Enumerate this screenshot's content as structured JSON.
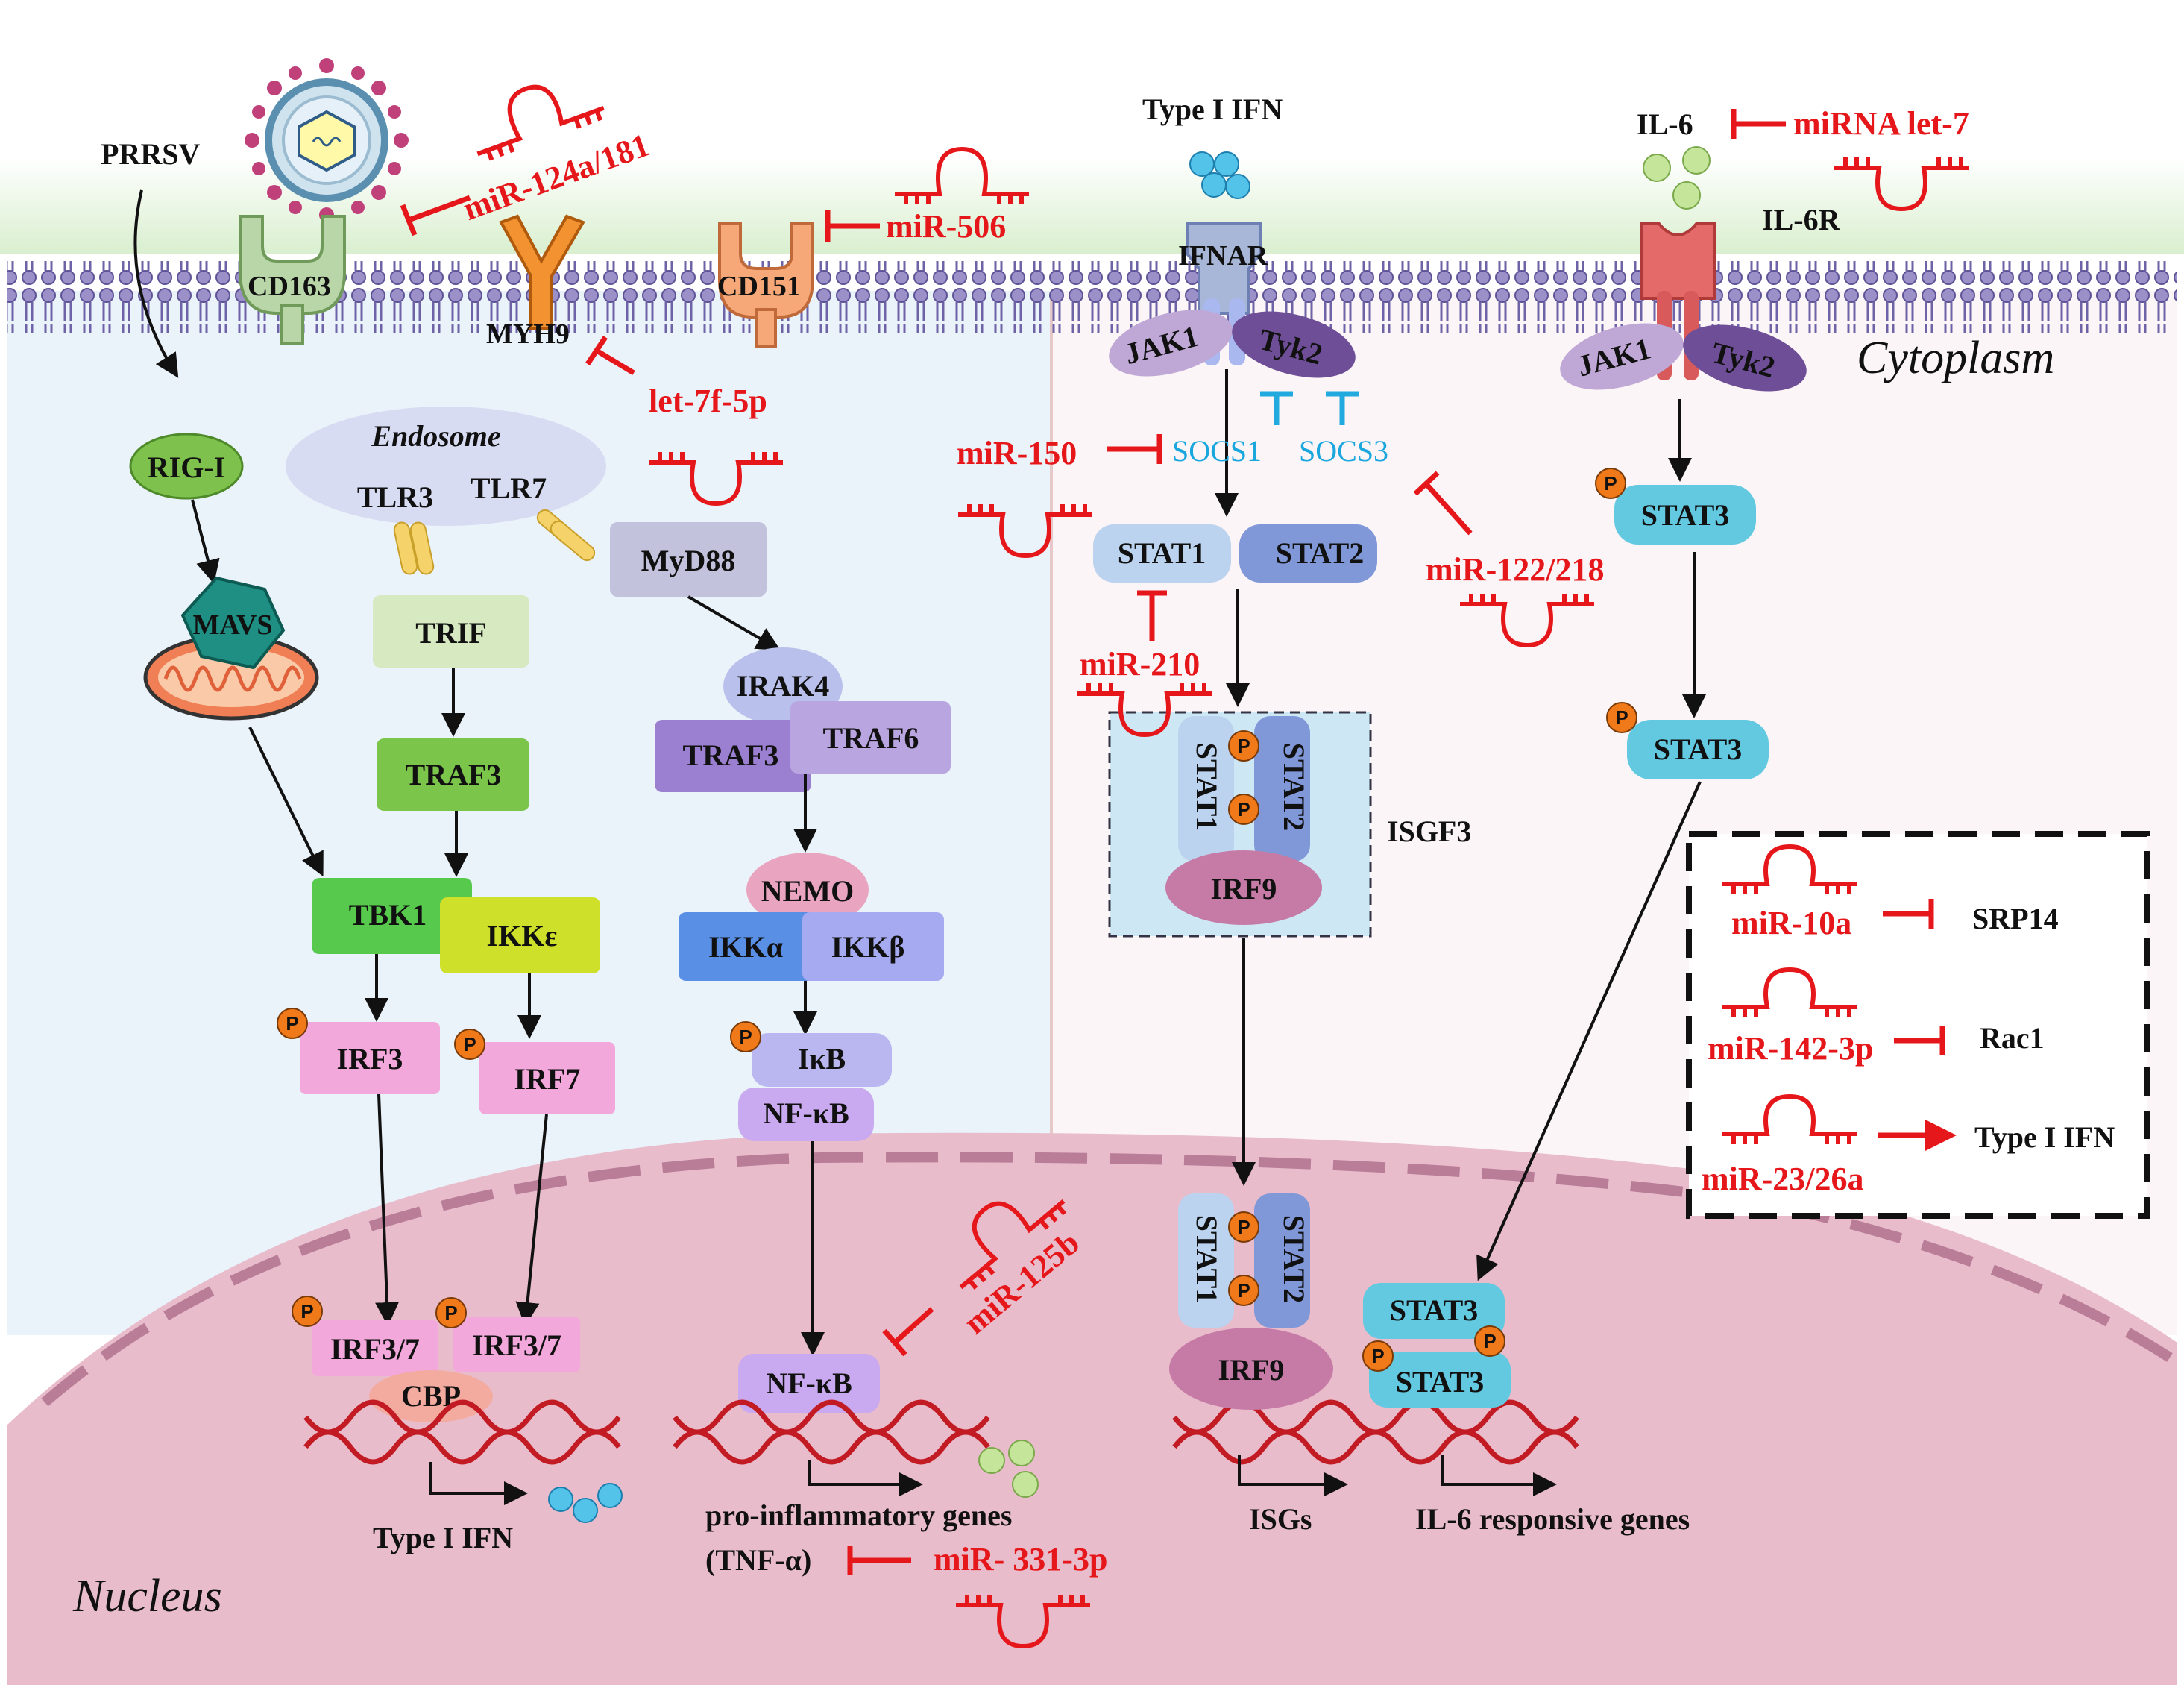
{
  "membrane": {
    "cytoplasm_label": "Cytoplasm",
    "nucleus_label": "Nucleus"
  },
  "receptors": {
    "virus": "PRRSV",
    "cd163": "CD163",
    "myh9": "MYH9",
    "cd151": "CD151",
    "type1_ifn": "Type I IFN",
    "ifnar": "IFNAR",
    "il6": "IL-6",
    "il6r": "IL-6R",
    "jak1_a": "JAK1",
    "tyk2_a": "Tyk2",
    "jak1_b": "JAK1",
    "tyk2_b": "Tyk2"
  },
  "left_pathway": {
    "rig_i": "RIG-I",
    "mavs": "MAVS",
    "endosome": "Endosome",
    "tlr3": "TLR3",
    "tlr7": "TLR7",
    "myd88": "MyD88",
    "trif": "TRIF",
    "traf3": "TRAF3",
    "tbk1": "TBK1",
    "ikke": "IKKε",
    "irak4": "IRAK4",
    "traf3_b": "TRAF3",
    "traf6": "TRAF6",
    "nemo": "NEMO",
    "ikka": "IKKα",
    "ikkb": "IKKβ",
    "ikb": "IκB",
    "nfkb": "NF-κB",
    "irf3": "IRF3",
    "irf7": "IRF7",
    "irf37_a": "IRF3/7",
    "irf37_b": "IRF3/7",
    "cbp": "CBP",
    "nfkb_nuc": "NF-κB",
    "out_ifn": "Type I IFN",
    "out_proinf": "pro-inflammatory genes",
    "out_tnf": "(TNF-α)"
  },
  "right_pathway": {
    "socs1": "SOCS1",
    "socs3": "SOCS3",
    "stat1": "STAT1",
    "stat2": "STAT2",
    "isgf3": "ISGF3",
    "irf9": "IRF9",
    "stat3_a": "STAT3",
    "stat3_b": "STAT3",
    "isgs": "ISGs",
    "il6_genes": "IL-6 responsive genes",
    "phospho": "P"
  },
  "mirnas": {
    "mir124": "miR-124a/181",
    "mir506": "miR-506",
    "let7f": "let-7f-5p",
    "mir150": "miR-150",
    "let7": "miRNA let-7",
    "mir122": "miR-122/218",
    "mir210": "miR-210",
    "mir125b": "miR-125b",
    "mir331": "miR- 331-3p"
  },
  "legend": [
    {
      "mirna": "miR-10a",
      "target": "SRP14",
      "effect": "inhibit"
    },
    {
      "mirna": "miR-142-3p",
      "target": "Rac1",
      "effect": "inhibit"
    },
    {
      "mirna": "miR-23/26a",
      "target": "Type I IFN",
      "effect": "promote"
    }
  ],
  "colors": {
    "mirna_red": "#e6171b",
    "socs_blue": "#1aa7dd",
    "nucleus": "#e8bccb",
    "membrane": "#7b6fb0"
  }
}
